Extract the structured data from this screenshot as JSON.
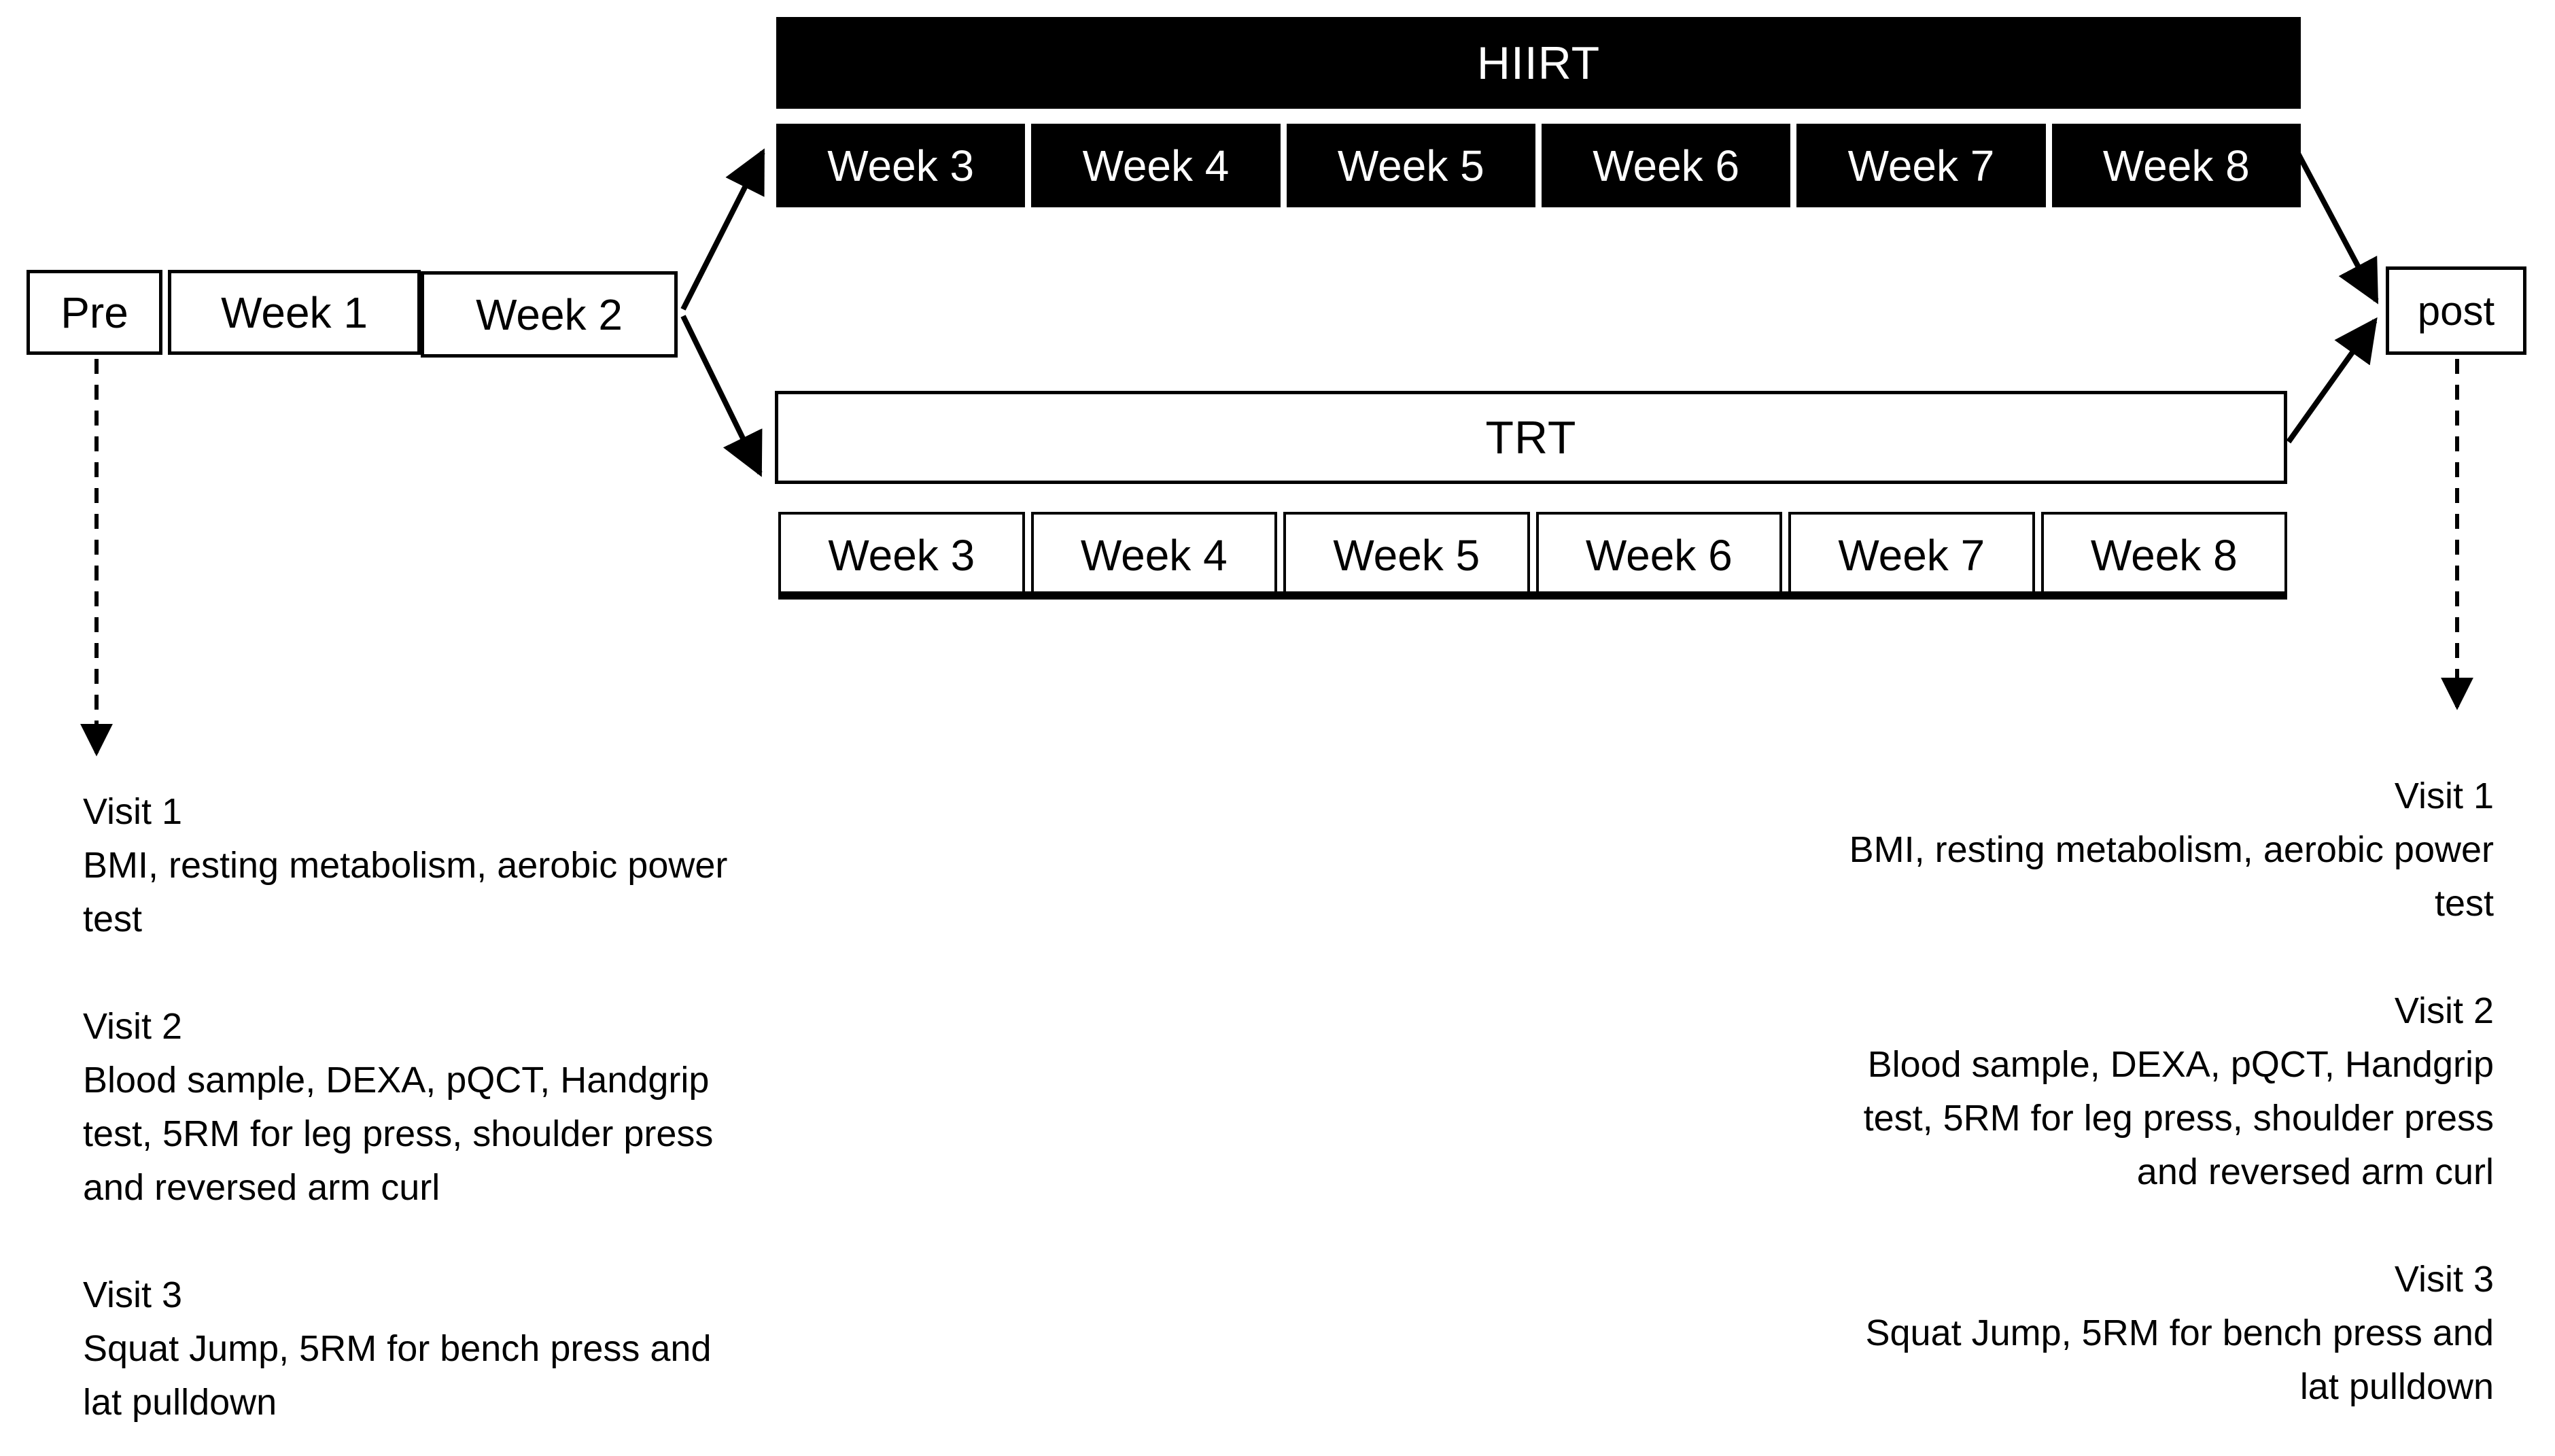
{
  "diagram": {
    "pre_row": {
      "pre": "Pre",
      "week1": "Week 1",
      "week2": "Week 2"
    },
    "hiirt": {
      "label": "HIIRT",
      "weeks": [
        "Week 3",
        "Week 4",
        "Week 5",
        "Week 6",
        "Week 7",
        "Week 8"
      ]
    },
    "trt": {
      "label": "TRT",
      "weeks": [
        "Week 3",
        "Week 4",
        "Week 5",
        "Week 6",
        "Week 7",
        "Week 8"
      ]
    },
    "post": {
      "label": "post"
    },
    "visits_left": [
      {
        "title": "Visit 1",
        "lines": [
          "BMI, resting metabolism, aerobic power",
          "test"
        ]
      },
      {
        "title": "Visit 2",
        "lines": [
          "Blood sample, DEXA, pQCT, Handgrip",
          "test, 5RM for leg press, shoulder press",
          "and reversed arm curl"
        ]
      },
      {
        "title": "Visit 3",
        "lines": [
          "Squat Jump, 5RM for bench press and",
          "lat pulldown"
        ]
      }
    ],
    "visits_right": [
      {
        "title": "Visit 1",
        "lines": [
          "BMI, resting metabolism, aerobic power",
          "test"
        ]
      },
      {
        "title": "Visit 2",
        "lines": [
          "Blood sample, DEXA, pQCT, Handgrip",
          "test, 5RM for leg press, shoulder press",
          "and reversed arm curl"
        ]
      },
      {
        "title": "Visit 3",
        "lines": [
          "Squat Jump, 5RM for bench press and",
          "lat pulldown"
        ]
      }
    ]
  },
  "colors": {
    "black": "#000000",
    "white": "#ffffff"
  }
}
